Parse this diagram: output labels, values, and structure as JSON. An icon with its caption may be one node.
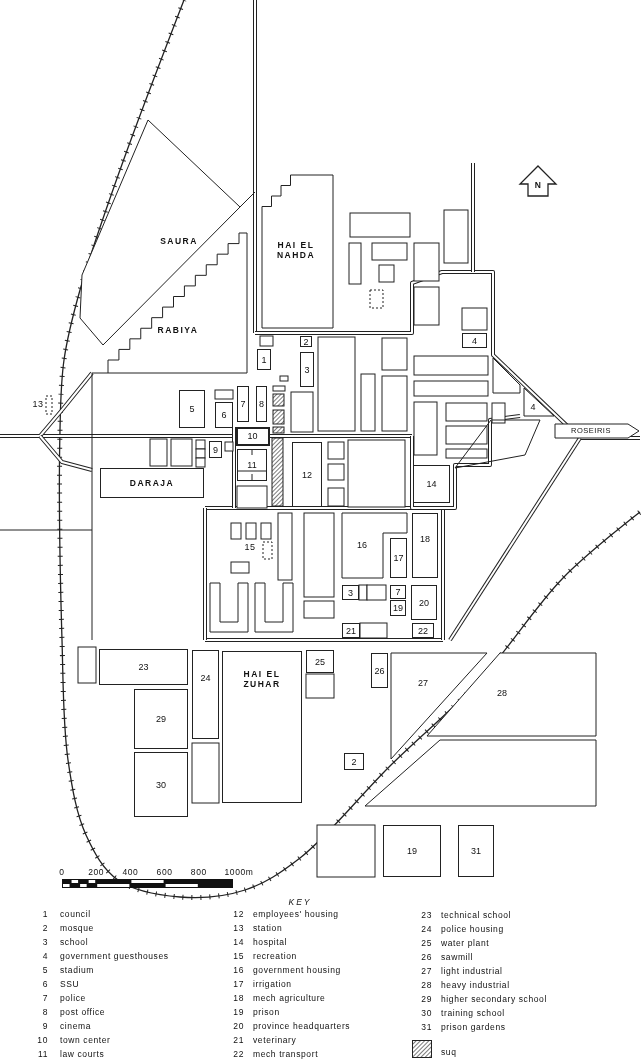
{
  "diagram": {
    "nodes": [
      {
        "text": [
          "SAURA"
        ]
      },
      {
        "text": [
          "HAI EL NAHDA"
        ]
      },
      {
        "text": [
          "RABIYA"
        ]
      },
      {
        "text": [
          "4"
        ]
      },
      {
        "text": [
          "2"
        ]
      },
      {
        "text": [
          "1"
        ]
      },
      {
        "text": [
          "3"
        ]
      },
      {
        "text": [
          "5"
        ]
      },
      {
        "text": [
          "7"
        ]
      },
      {
        "text": [
          "8"
        ]
      },
      {
        "text": [
          "6"
        ]
      },
      {
        "text": [
          "4"
        ]
      },
      {
        "text": [
          "ROSEIRIS"
        ]
      },
      {
        "text": [
          "10"
        ]
      },
      {
        "text": [
          "9"
        ]
      },
      {
        "text": [
          "11"
        ]
      },
      {
        "text": [
          "12"
        ]
      },
      {
        "text": [
          "14"
        ]
      },
      {
        "text": [
          "DARAJA"
        ]
      },
      {
        "text": [
          "16"
        ]
      },
      {
        "text": [
          "18"
        ]
      },
      {
        "text": [
          "17"
        ]
      },
      {
        "text": [
          "3"
        ]
      },
      {
        "text": [
          "7"
        ]
      },
      {
        "text": [
          "20"
        ]
      },
      {
        "text": [
          "19"
        ]
      },
      {
        "text": [
          "21"
        ]
      },
      {
        "text": [
          "22"
        ]
      },
      {
        "text": [
          "23"
        ]
      },
      {
        "text": [
          "24"
        ]
      },
      {
        "text": [
          "HAI EL ZUHAR"
        ]
      },
      {
        "text": [
          "25"
        ]
      },
      {
        "text": [
          "26"
        ]
      },
      {
        "text": [
          "27"
        ]
      },
      {
        "text": [
          "28"
        ]
      },
      {
        "text": [
          "29"
        ]
      },
      {
        "text": [
          "30"
        ]
      },
      {
        "text": [
          "2"
        ]
      },
      {
        "text": [
          "19"
        ]
      },
      {
        "text": [
          "31"
        ]
      }
    ],
    "labels": [
      "N",
      "13",
      "15",
      "0",
      "200",
      "400",
      "600",
      "800",
      "1000m",
      "KEY",
      "1",
      "council",
      "2",
      "mosque",
      "3",
      "school",
      "4",
      "government guesthouses",
      "5",
      "stadium",
      "6",
      "SSU",
      "7",
      "police",
      "8",
      "post office",
      "9",
      "cinema",
      "10",
      "town center",
      "11",
      "law courts",
      "12",
      "employees' housing",
      "13",
      "station",
      "14",
      "hospital",
      "15",
      "recreation",
      "16",
      "government housing",
      "17",
      "irrigation",
      "18",
      "mech agriculture",
      "19",
      "prison",
      "20",
      "province headquarters",
      "21",
      "veterinary",
      "22",
      "mech transport",
      "23",
      "technical school",
      "24",
      "police housing",
      "25",
      "water plant",
      "26",
      "sawmill",
      "27",
      "light industrial",
      "28",
      "heavy industrial",
      "29",
      "higher secondary school",
      "30",
      "training school",
      "31",
      "prison gardens"
    ],
    "legend": [
      {
        "text": "suq"
      }
    ]
  }
}
